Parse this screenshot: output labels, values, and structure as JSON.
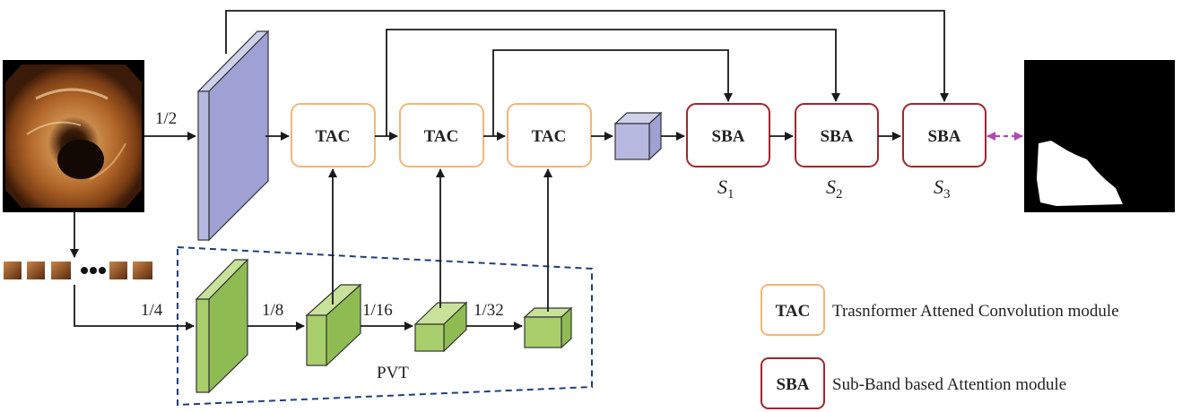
{
  "stride_labels": {
    "input_half": "1/2",
    "patch_quarter": "1/4",
    "stage_eighth": "1/8",
    "stage_sixteenth": "1/16",
    "stage_thirtysecond": "1/32"
  },
  "modules": {
    "tac": [
      "TAC",
      "TAC",
      "TAC"
    ],
    "sba": [
      "SBA",
      "SBA",
      "SBA"
    ]
  },
  "outputs": [
    {
      "base": "S",
      "sub": "1"
    },
    {
      "base": "S",
      "sub": "2"
    },
    {
      "base": "S",
      "sub": "3"
    }
  ],
  "encoder_label": "PVT",
  "legend": [
    {
      "tag": "TAC",
      "text": "Trasnformer Attened Convolution module",
      "color": "#f3b678"
    },
    {
      "tag": "SBA",
      "text": "Sub-Band based Attention module",
      "color": "#a4242e"
    }
  ],
  "colors": {
    "tac_border": "#f3b678",
    "sba_border": "#a4242e",
    "encoder_green": "#a8cf6c",
    "feature_purple": "#b7b8e0",
    "pvt_dash": "#1f3f7a",
    "supervision_arrow": "#b04ab0"
  }
}
